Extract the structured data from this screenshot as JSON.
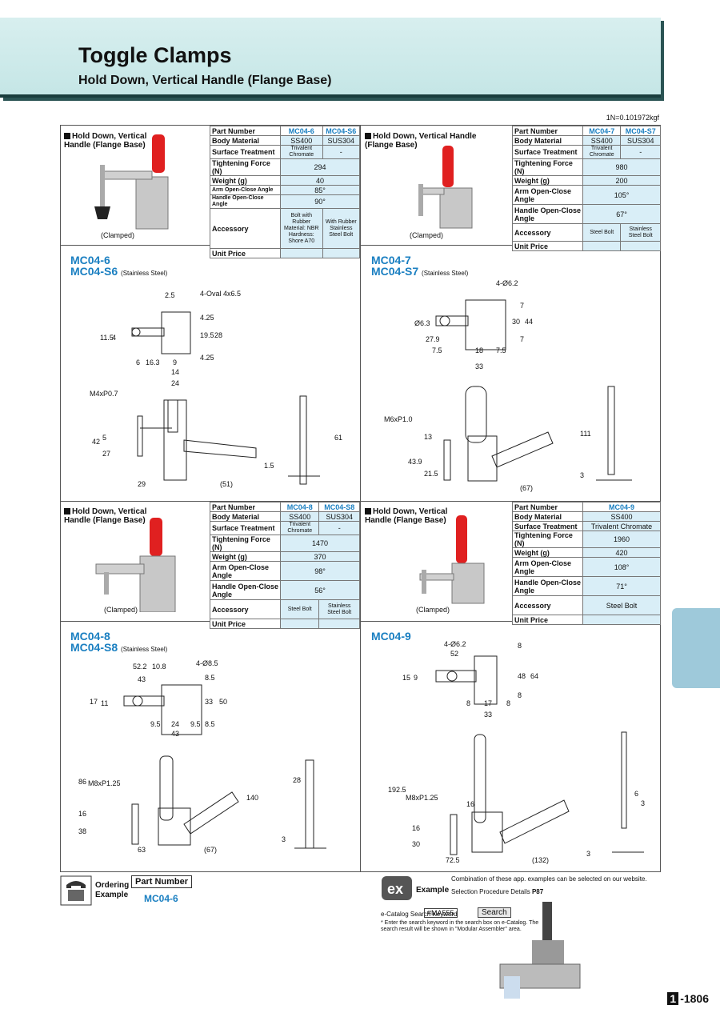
{
  "header": {
    "title": "Toggle Clamps",
    "subtitle": "Hold Down, Vertical Handle (Flange Base)"
  },
  "conversion": "1N=0.101972kgf",
  "blocks": {
    "a": {
      "title_l1": "Hold Down, Vertical",
      "title_l2": "Handle (Flange Base)",
      "clamped": "(Clamped)",
      "rows": [
        "Part Number",
        "Body Material",
        "Surface Treatment",
        "Tightening Force (N)",
        "Weight (g)",
        "Arm Open-Close Angle",
        "Handle Open-Close Angle",
        "Accessory",
        "Unit Price"
      ],
      "h1": "MC04-6",
      "h2": "MC04-S6",
      "mat1": "SS400",
      "mat2": "SUS304",
      "surf1": "Trivalent Chromate",
      "surf2": "-",
      "force": "294",
      "weight": "40",
      "arm": "85°",
      "handle": "90°",
      "acc1": "Bolt with Rubber Material: NBR Hardness: Shore A70",
      "acc2": "With Rubber Stainless Steel Bolt"
    },
    "b": {
      "title_l1": "Hold Down, Vertical Handle",
      "title_l2": "(Flange Base)",
      "clamped": "(Clamped)",
      "rows": [
        "Part Number",
        "Body Material",
        "Surface Treatment",
        "Tightening Force (N)",
        "Weight (g)",
        "Arm Open-Close Angle",
        "Handle Open-Close Angle",
        "Accessory",
        "Unit Price"
      ],
      "h1": "MC04-7",
      "h2": "MC04-S7",
      "mat1": "SS400",
      "mat2": "SUS304",
      "surf1": "Trivalent Chromate",
      "surf2": "-",
      "force": "980",
      "weight": "200",
      "arm": "105°",
      "handle": "67°",
      "acc1": "Steel Bolt",
      "acc2": "Stainless Steel Bolt"
    },
    "c": {
      "title_l1": "Hold Down, Vertical",
      "title_l2": "Handle (Flange Base)",
      "clamped": "(Clamped)",
      "rows": [
        "Part Number",
        "Body Material",
        "Surface Treatment",
        "Tightening Force (N)",
        "Weight (g)",
        "Arm Open-Close Angle",
        "Handle Open-Close Angle",
        "Accessory",
        "Unit Price"
      ],
      "h1": "MC04-8",
      "h2": "MC04-S8",
      "mat1": "SS400",
      "mat2": "SUS304",
      "surf1": "Trivalent Chromate",
      "surf2": "-",
      "force": "1470",
      "weight": "370",
      "arm": "98°",
      "handle": "56°",
      "acc1": "Steel Bolt",
      "acc2": "Stainless Steel Bolt"
    },
    "d": {
      "title_l1": "Hold Down, Vertical",
      "title_l2": "Handle (Flange Base)",
      "clamped": "(Clamped)",
      "rows": [
        "Part Number",
        "Body Material",
        "Surface Treatment",
        "Tightening Force (N)",
        "Weight (g)",
        "Arm Open-Close Angle",
        "Handle Open-Close Angle",
        "Accessory",
        "Unit Price"
      ],
      "h1": "MC04-9",
      "mat": "SS400",
      "surf": "Trivalent Chromate",
      "force": "1960",
      "weight": "420",
      "arm": "108°",
      "handle": "71°",
      "acc": "Steel Bolt"
    }
  },
  "models": {
    "m6": "MC04-6",
    "s6": "MC04-S6",
    "m7": "MC04-7",
    "s7": "MC04-S7",
    "m8": "MC04-8",
    "s8": "MC04-S8",
    "m9": "MC04-9",
    "stainless": "(Stainless Steel)"
  },
  "dims": {
    "d1": [
      "2.5",
      "4-Oval 4x6.5",
      "11.5",
      "4",
      "4.25",
      "19.5",
      "28",
      "6",
      "16.3",
      "9",
      "14",
      "24",
      "4.25",
      "M4xP0.7",
      "42",
      "5",
      "27",
      "29",
      "(51)",
      "61",
      "1.5"
    ],
    "d2": [
      "4-Ø6.2",
      "Ø6.3",
      "27.9",
      "7.5",
      "18",
      "7.5",
      "33",
      "30",
      "7",
      "44",
      "7",
      "M6xP1.0",
      "13",
      "43.9",
      "21.5",
      "(67)",
      "111",
      "3"
    ],
    "d3": [
      "52.2",
      "10.8",
      "4-Ø8.5",
      "43",
      "8.5",
      "17",
      "11",
      "33",
      "50",
      "9.5",
      "24",
      "9.5",
      "8.5",
      "43",
      "M8xP1.25",
      "86",
      "16",
      "38",
      "63",
      "(67)",
      "140",
      "28",
      "3"
    ],
    "d4": [
      "4-Ø6.2",
      "52",
      "8",
      "15",
      "9",
      "48",
      "64",
      "8",
      "17",
      "8",
      "33",
      "8",
      "192.5",
      "M8xP1.25",
      "16",
      "30",
      "16",
      "72.5",
      "(132)",
      "6",
      "3",
      "3"
    ]
  },
  "ordering": {
    "label1": "Ordering",
    "label2": "Example",
    "header": "Part Number",
    "value": "MC04-6"
  },
  "example": {
    "label": "Example",
    "line1": "Combination of these app. examples can be selected on our website.",
    "line2": "Selection Procedure Details",
    "ref": "P87",
    "kw_label": "e-Catalog Search Keyword",
    "keyword": "#MA555",
    "search": "Search",
    "note1": "* Enter the search keyword in the search box on e-Catalog. The",
    "note2": "search result will be shown in \"Modular Assembler\" area."
  },
  "page": {
    "section": "1",
    "number": "-1806"
  },
  "colors": {
    "accent": "#1a7fc1",
    "cell": "#d9eef7",
    "tab": "#9ec9da",
    "handle": "#e02020"
  }
}
